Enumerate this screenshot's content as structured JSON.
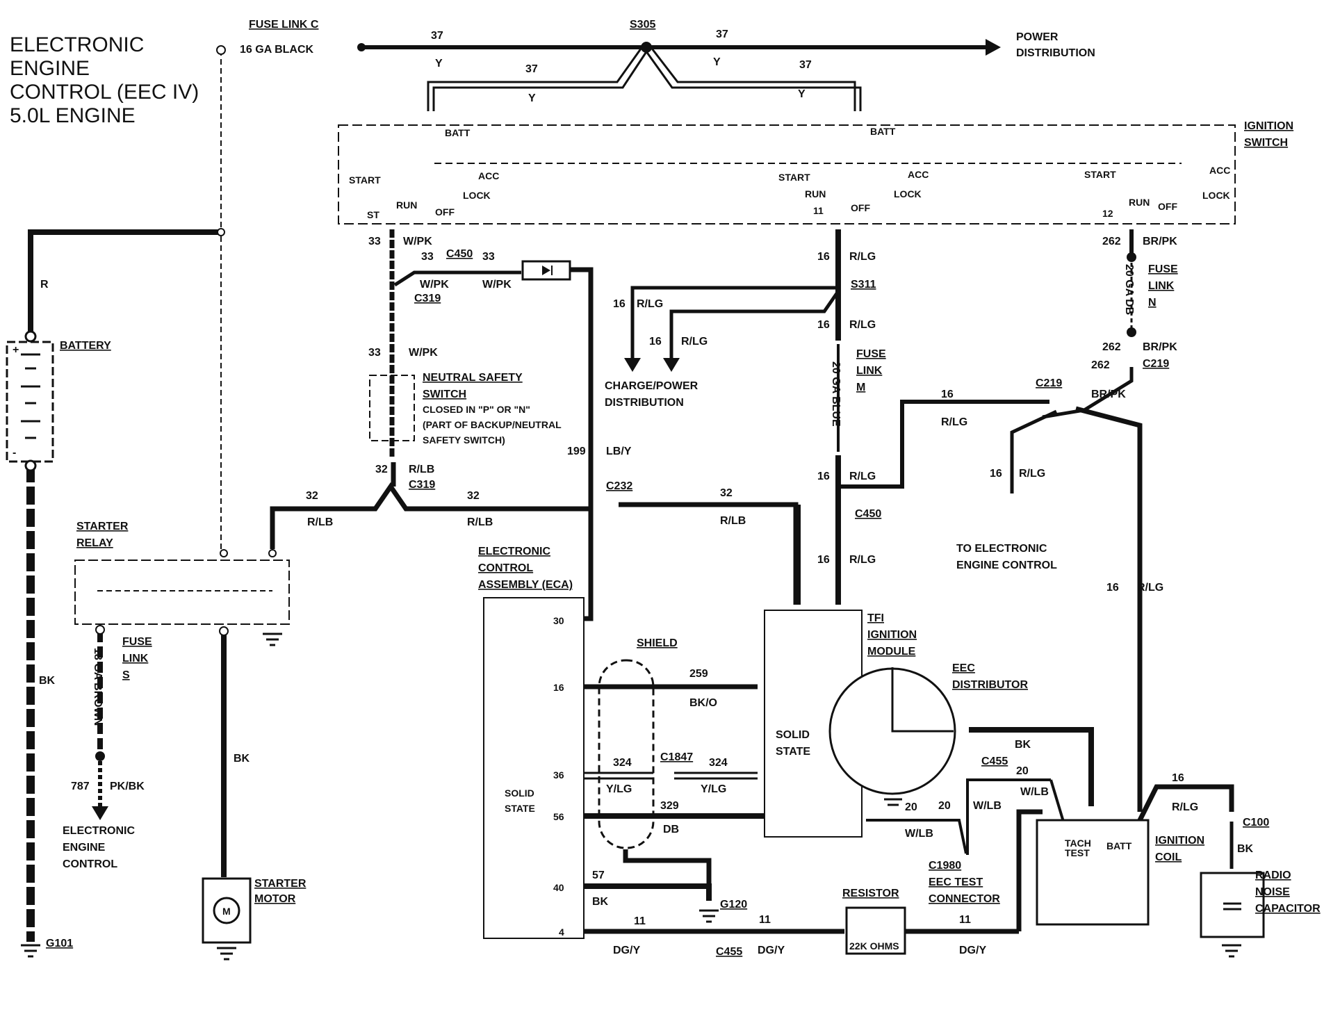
{
  "title": {
    "l1": "ELECTRONIC",
    "l2": "ENGINE",
    "l3": "CONTROL (EEC IV)",
    "l4": "5.0L ENGINE"
  },
  "top": {
    "fuse_link_c": "FUSE LINK C",
    "ga_black": "16 GA BLACK",
    "s305": "S305",
    "power1": "POWER",
    "power2": "DISTRIBUTION",
    "w37": "37",
    "y": "Y"
  },
  "ign": {
    "title1": "IGNITION",
    "title2": "SWITCH",
    "batt": "BATT",
    "start": "START",
    "acc": "ACC",
    "lock": "LOCK",
    "run": "RUN",
    "off": "OFF",
    "st": "ST",
    "n11": "11",
    "n12": "12"
  },
  "left": {
    "r": "R",
    "battery": "BATTERY",
    "bk": "BK",
    "g101": "G101",
    "starter_relay1": "STARTER",
    "starter_relay2": "RELAY",
    "fuse_link": "FUSE",
    "link": "LINK",
    "s": "S",
    "ga_brown": "18 GA BROWN",
    "w787": "787",
    "pkbk": "PK/BK",
    "eec1": "ELECTRONIC",
    "eec2": "ENGINE",
    "eec3": "CONTROL",
    "starter_motor1": "STARTER",
    "starter_motor2": "MOTOR",
    "m": "M",
    "bk2": "BK"
  },
  "mid": {
    "w33": "33",
    "wpk": "W/PK",
    "c450": "C450",
    "c319": "C319",
    "nss1": "NEUTRAL SAFETY",
    "nss2": "SWITCH",
    "nss3": "CLOSED IN \"P\" OR \"N\"",
    "nss4": "(PART OF BACKUP/NEUTRAL",
    "nss5": "SAFETY SWITCH)",
    "w32": "32",
    "rlb": "R/LB",
    "w199": "199",
    "lby": "LB/Y",
    "c232": "C232"
  },
  "charge": {
    "w16": "16",
    "rlg": "R/LG",
    "s311": "S311",
    "cp1": "CHARGE/POWER",
    "cp2": "DISTRIBUTION",
    "fuse": "FUSE",
    "link": "LINK",
    "m": "M",
    "ga_blue": "20 GA BLUE",
    "c450": "C450"
  },
  "right": {
    "w262": "262",
    "brpk": "BR/PK",
    "fuse": "FUSE",
    "link": "LINK",
    "n": "N",
    "ga_db": "20 GA DB",
    "c219": "C219",
    "w16": "16",
    "rlg": "R/LG",
    "to1": "TO ELECTRONIC",
    "to2": "ENGINE CONTROL"
  },
  "eca": {
    "t1": "ELECTRONIC",
    "t2": "CONTROL",
    "t3": "ASSEMBLY (ECA)",
    "p30": "30",
    "p16": "16",
    "p36": "36",
    "p56": "56",
    "p40": "40",
    "p4": "4",
    "solid": "SOLID",
    "state": "STATE"
  },
  "shield": {
    "label": "SHIELD",
    "w259": "259",
    "bko": "BK/O",
    "w324": "324",
    "c1847": "C1847",
    "ylg": "Y/LG",
    "w329": "329",
    "db": "DB",
    "w57": "57",
    "bk": "BK",
    "g120": "G120",
    "w11": "11",
    "dgy": "DG/Y",
    "c455": "C455"
  },
  "tfi": {
    "t1": "TFI",
    "t2": "IGNITION",
    "t3": "MODULE",
    "solid": "SOLID",
    "state": "STATE",
    "dist1": "EEC",
    "dist2": "DISTRIBUTOR",
    "bk": "BK",
    "c455": "C455",
    "w20": "20",
    "wlb": "W/LB",
    "c1980": "C1980",
    "test1": "EEC TEST",
    "test2": "CONNECTOR",
    "resistor": "RESISTOR",
    "ohms": "22K OHMS",
    "w11": "11",
    "dgy": "DG/Y"
  },
  "coil": {
    "tach": "TACH",
    "test": "TEST",
    "batt": "BATT",
    "ign1": "IGNITION",
    "ign2": "COIL",
    "w16": "16",
    "rlg": "R/LG",
    "c100": "C100",
    "bk": "BK",
    "cap1": "RADIO",
    "cap2": "NOISE",
    "cap3": "CAPACITOR"
  }
}
